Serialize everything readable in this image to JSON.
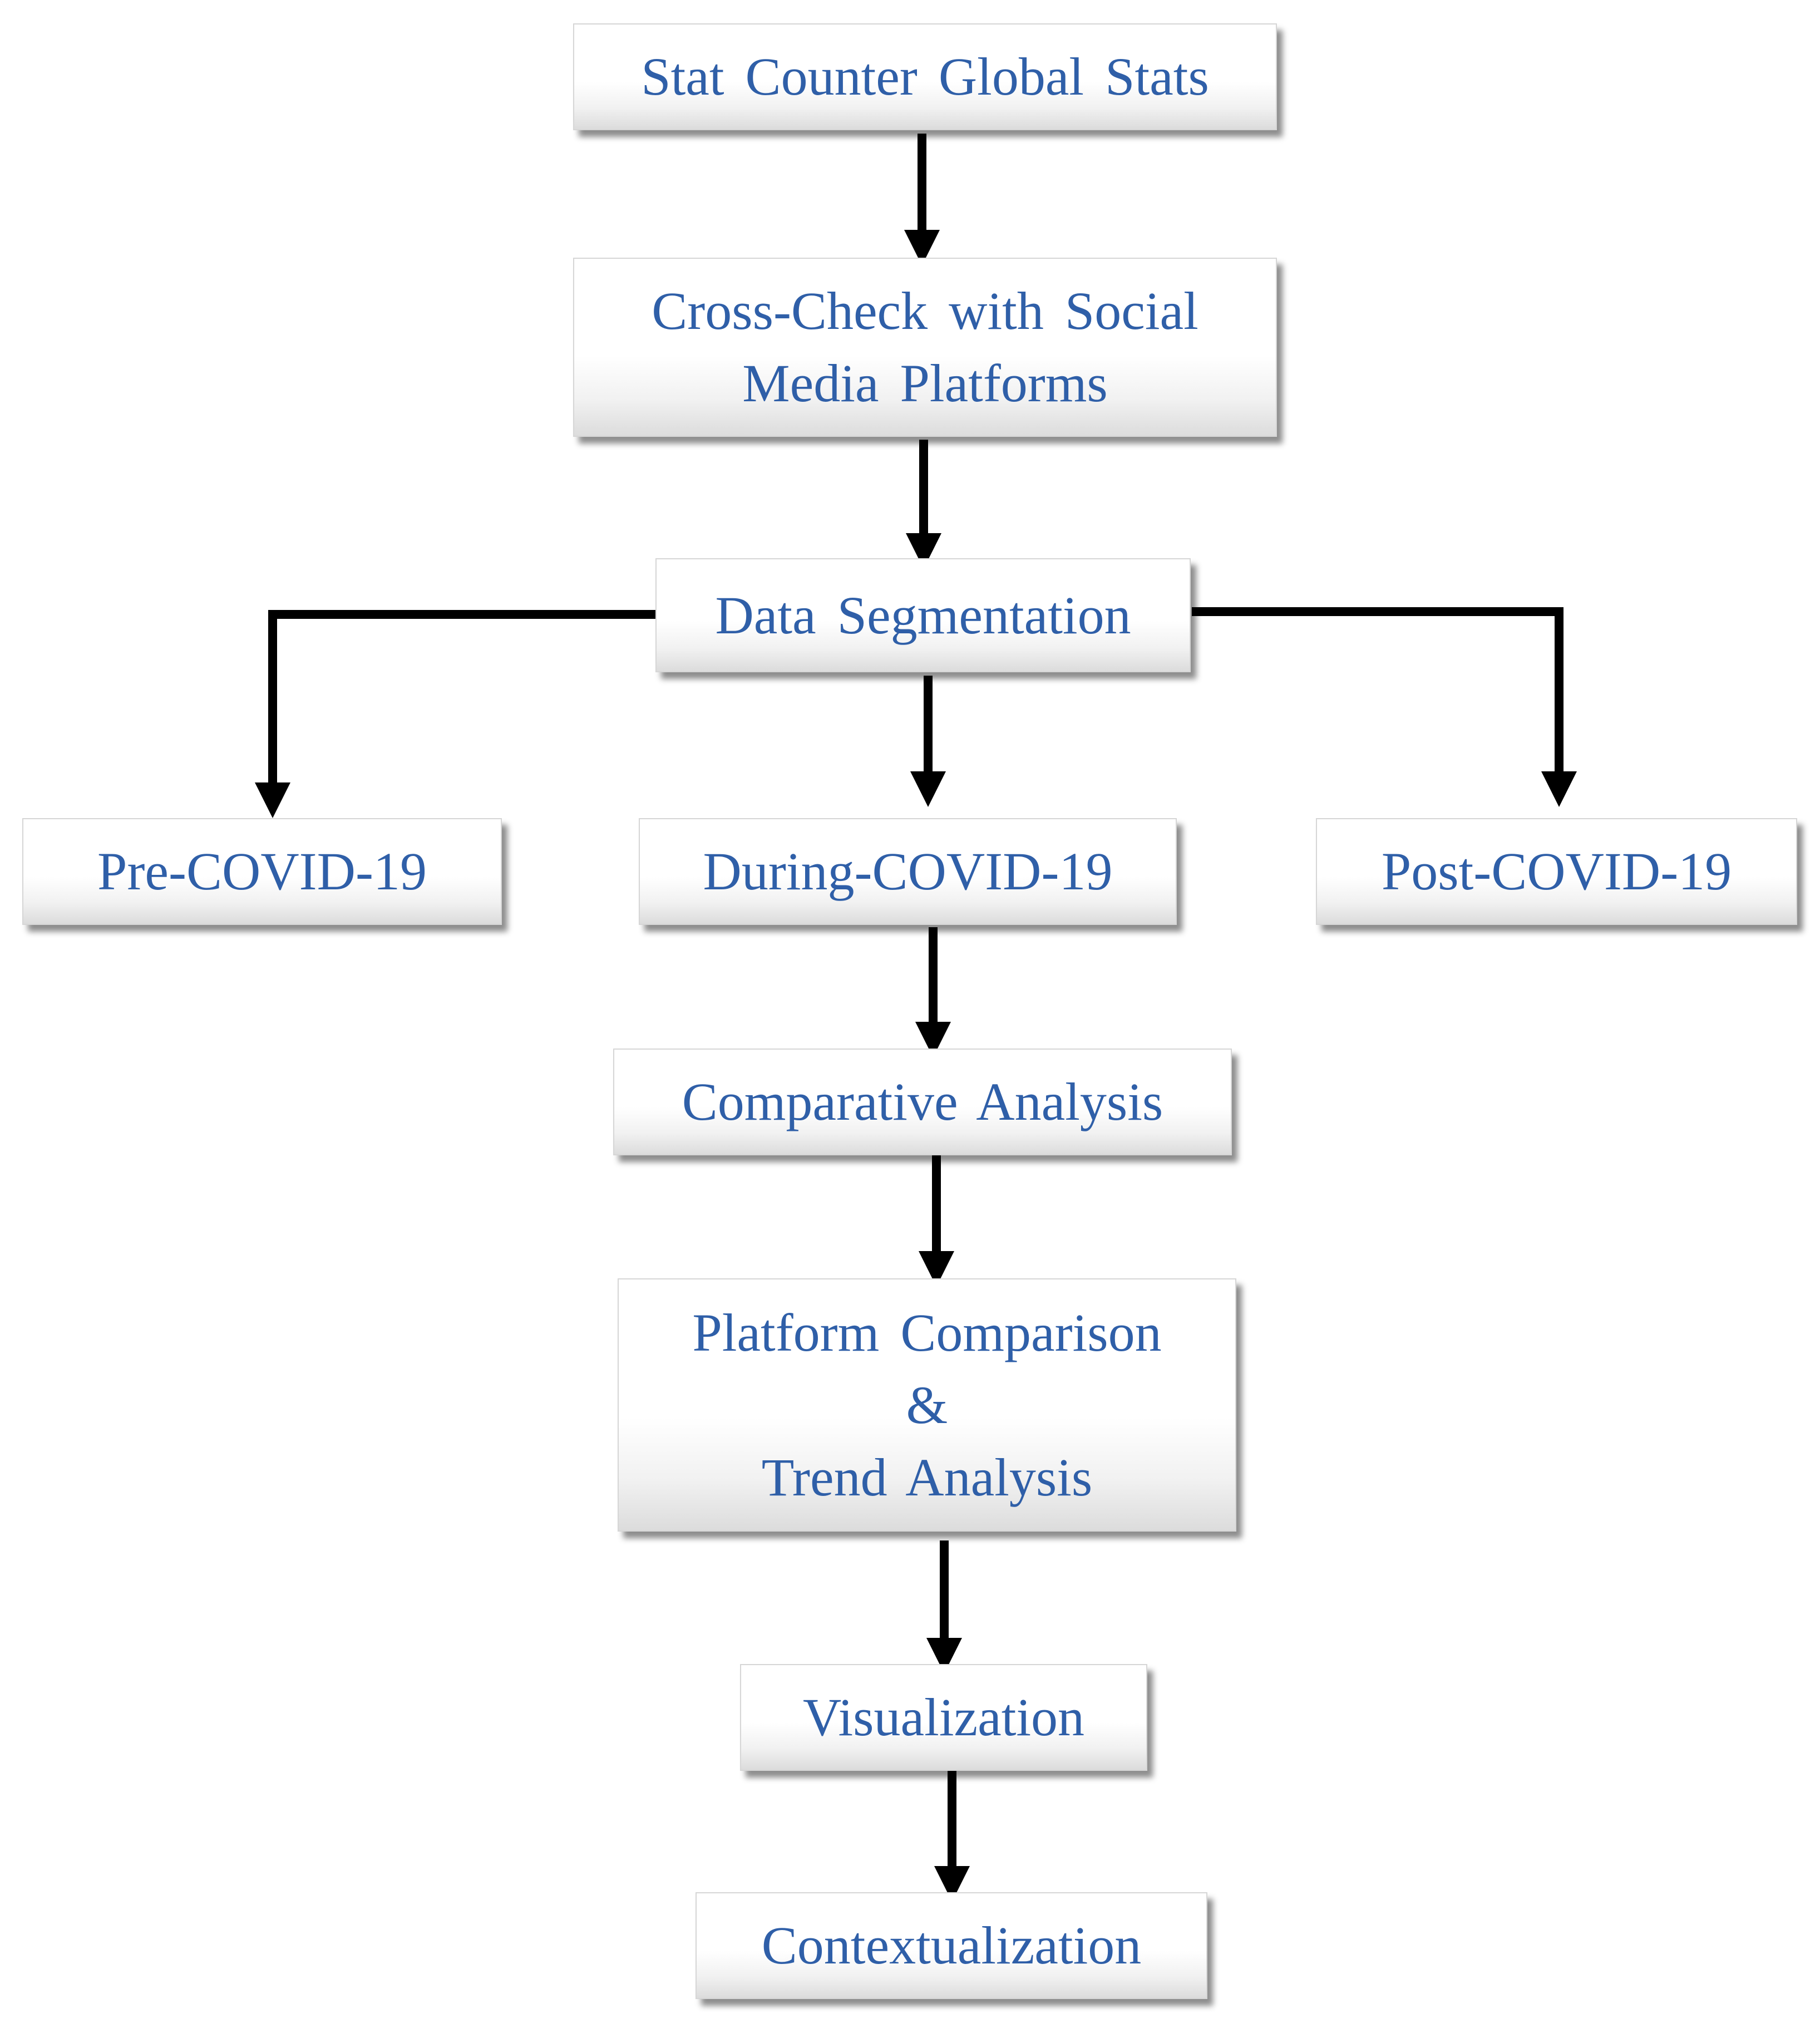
{
  "nodes": {
    "stat_counter": "Stat Counter  Global  Stats",
    "cross_check": "Cross-Check with  Social\nMedia Platforms",
    "data_segmentation": "Data Segmentation",
    "pre_covid": "Pre-COVID-19",
    "during_covid": "During-COVID-19",
    "post_covid": "Post-COVID-19",
    "comparative_analysis": "Comparative  Analysis",
    "platform_comparison": "Platform  Comparison\n&\nTrend Analysis",
    "visualization": "Visualization",
    "contextualization": "Contextualization"
  },
  "colors": {
    "text": "#2f5fa8",
    "arrow": "#000000"
  }
}
